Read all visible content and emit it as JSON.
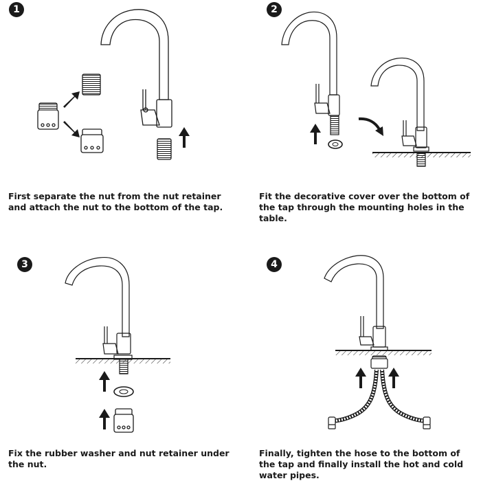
{
  "steps": [
    {
      "number": "1",
      "caption": "First separate the nut from the nut retainer and attach the nut to the bottom of the tap."
    },
    {
      "number": "2",
      "caption": "Fit the decorative cover over the bottom of the tap through the mounting holes in the table."
    },
    {
      "number": "3",
      "caption": "Fix the rubber washer and nut retainer under the nut."
    },
    {
      "number": "4",
      "caption": "Finally, tighten the hose to the bottom of the tap and finally install the hot and cold water pipes."
    }
  ],
  "colors": {
    "ink": "#1a1a1a",
    "background": "#ffffff"
  }
}
